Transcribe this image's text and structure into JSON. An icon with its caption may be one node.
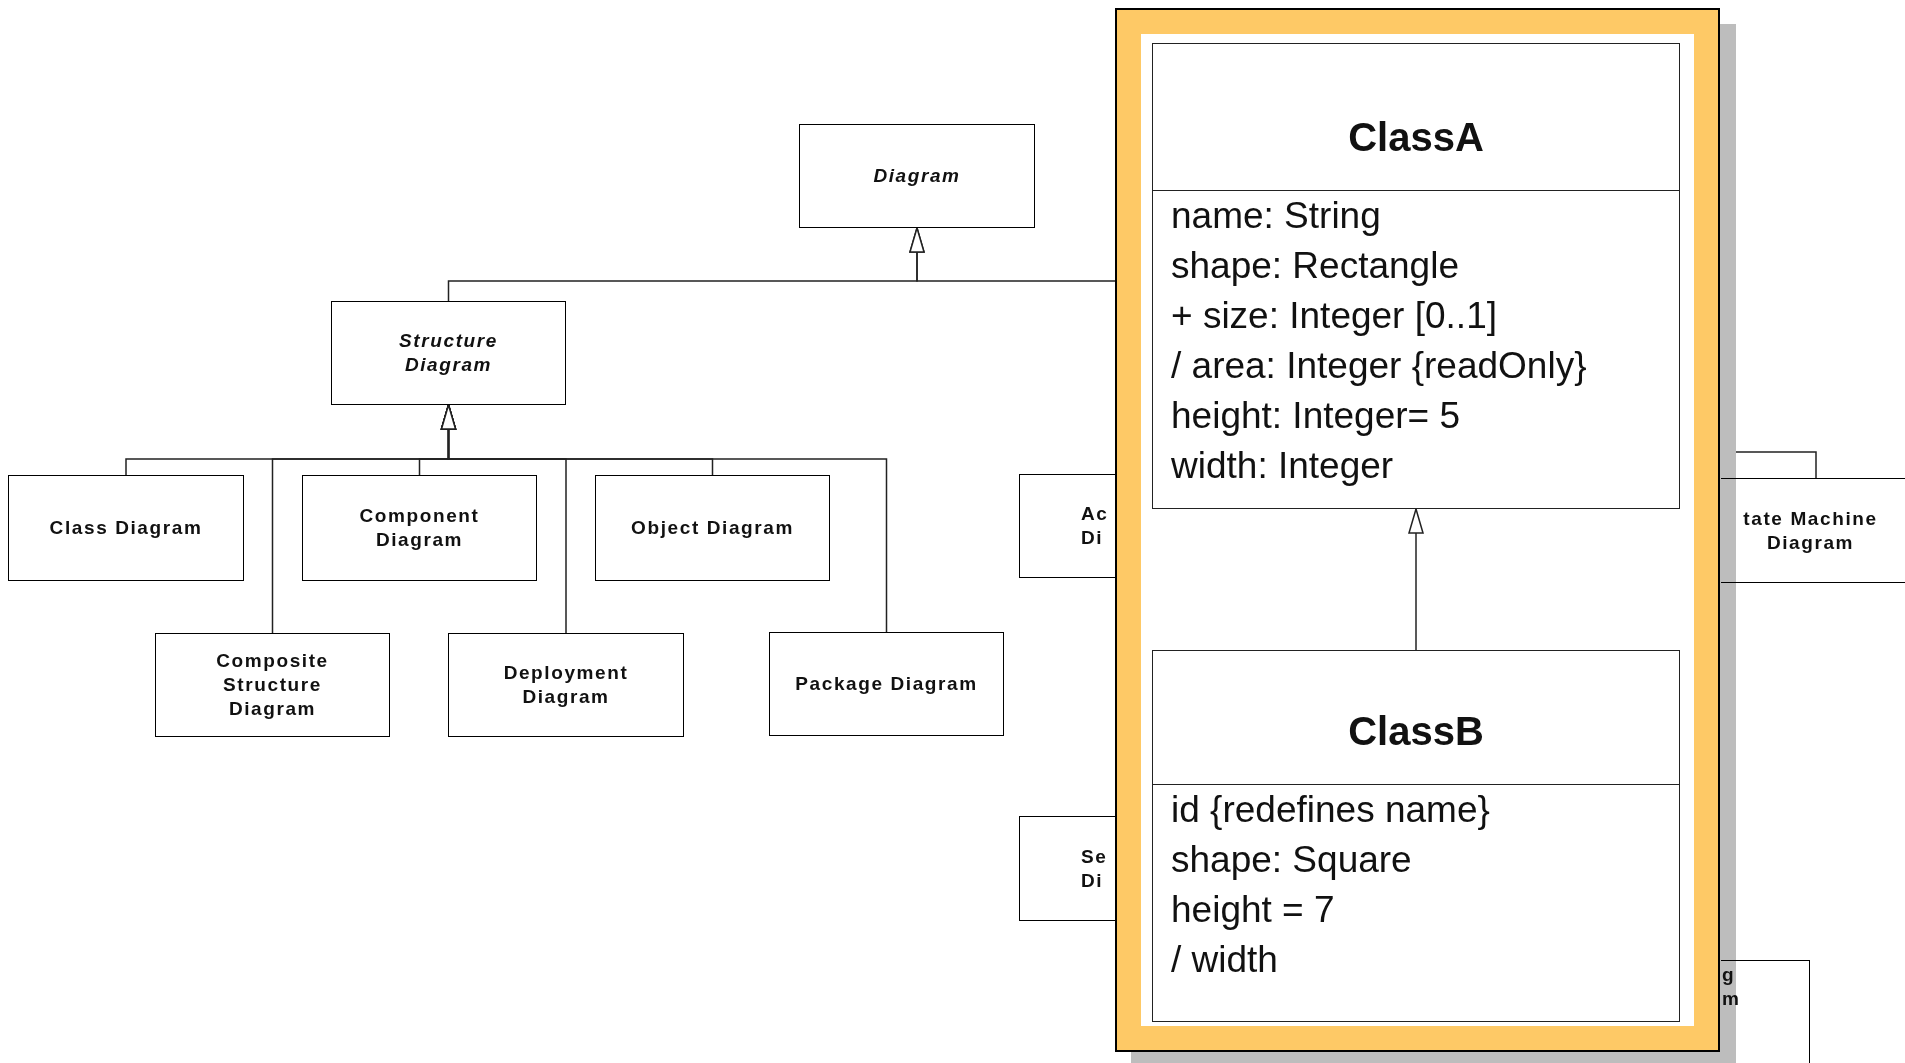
{
  "diagram": {
    "nodes": [
      {
        "text": [
          "Diagram"
        ]
      },
      {
        "text": [
          "Structure Diagram"
        ]
      },
      {
        "text": [
          "Class Diagram"
        ]
      },
      {
        "text": [
          "Component Diagram"
        ]
      },
      {
        "text": [
          "Object Diagram"
        ]
      },
      {
        "text": [
          "Composite Structure Diagram"
        ]
      },
      {
        "text": [
          "Deployment Diagram"
        ]
      },
      {
        "text": [
          "Package Diagram"
        ]
      },
      {
        "text": [
          "Ac Di"
        ]
      },
      {
        "text": [
          "Se Di"
        ]
      },
      {
        "text": [
          "tate Machine Diagram"
        ]
      },
      {
        "text": [
          "g m"
        ]
      },
      {
        "text": [],
        "shape": "box"
      },
      {
        "text": [
          "ClassA",
          "name: String",
          "shape: Rectangle",
          "+ size: Integer [0..1]",
          "/ area: Integer {readOnly}",
          "height: Integer= 5",
          "width: Integer"
        ],
        "in": 12
      },
      {
        "text": [
          "ClassB",
          "id {redefines name}",
          "shape: Square",
          "height = 7",
          "/ width"
        ],
        "in": 12
      }
    ],
    "edges": [
      {
        "from": 1,
        "to": 0,
        "arrow": "to"
      },
      {
        "from": 12,
        "to": 0,
        "arrow": "to"
      },
      {
        "from": 2,
        "to": 1,
        "arrow": "to"
      },
      {
        "from": 5,
        "to": 1,
        "arrow": "to"
      },
      {
        "from": 3,
        "to": 1,
        "arrow": "to"
      },
      {
        "from": 6,
        "to": 1,
        "arrow": "to"
      },
      {
        "from": 4,
        "to": 1,
        "arrow": "to"
      },
      {
        "from": 7,
        "to": 1,
        "arrow": "to"
      },
      {
        "from": 10,
        "to": 12,
        "arrow": "none"
      },
      {
        "from": 14,
        "to": 13,
        "arrow": "to"
      }
    ]
  }
}
